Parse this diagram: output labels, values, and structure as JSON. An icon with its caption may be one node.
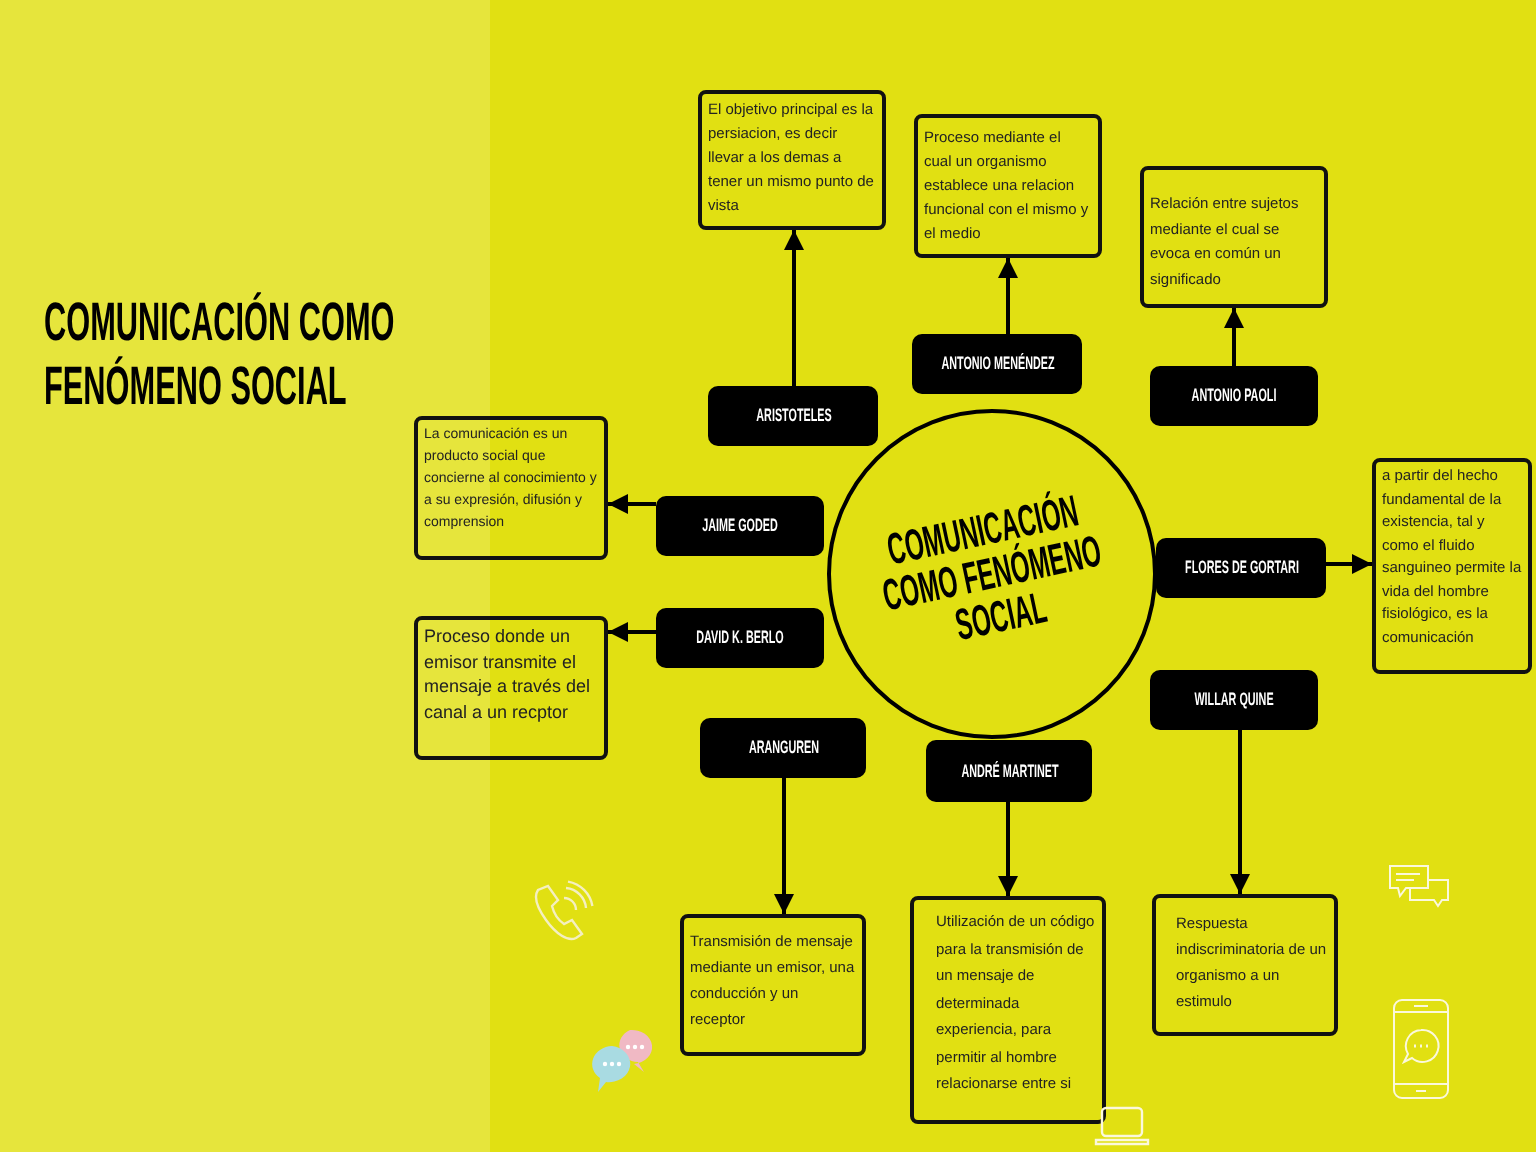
{
  "diagram": {
    "title": "COMUNICACIÓN COMO FENÓMENO SOCIAL",
    "nodes": [
      {
        "text": [
          "COMUNICACIÓN COMO FENÓMENO SOCIAL"
        ]
      },
      {
        "text": [
          "El objetivo principal es la persiacion, es decir llevar a los demas a tener un mismo punto de vista"
        ]
      },
      {
        "text": [
          "Proceso mediante el cual un organismo establece una relacion funcional con el mismo y el medio"
        ]
      },
      {
        "text": [
          "Relación entre sujetos mediante el cual se evoca en común un significado"
        ]
      },
      {
        "text": [
          "ANTONIO MENÉNDEZ"
        ]
      },
      {
        "text": [
          "ANTONIO PAOLI"
        ]
      },
      {
        "text": [
          "ARISTOTELES"
        ]
      },
      {
        "text": [
          "La comunicación es un producto social que concierne al conocimiento y a su expresión, difusión y comprension"
        ]
      },
      {
        "text": [
          "JAIME GODED"
        ]
      },
      {
        "text": [
          "a partir del hecho fundamental de la existencia, tal y como el fluido sanguineo permite la vida del hombre fisiológico, es la comunicación"
        ]
      },
      {
        "text": [
          "FLORES DE GORTARI"
        ]
      },
      {
        "text": [
          "Proceso donde un emisor transmite el mensaje a través del canal a un recptor"
        ]
      },
      {
        "text": [
          "DAVID K. BERLO"
        ]
      },
      {
        "text": [
          "WILLAR QUINE"
        ]
      },
      {
        "text": [
          "ARANGUREN"
        ]
      },
      {
        "text": [
          "ANDRÉ MARTINET"
        ]
      },
      {
        "text": [
          "Transmisión de mensaje mediante un emisor, una conducción y un receptor"
        ]
      },
      {
        "text": [
          "Utilización de un código para la transmisión de un mensaje de determinada experiencia, para permitir al hombre relacionarse entre si"
        ]
      },
      {
        "text": [
          "Respuesta indiscriminatoria de un organismo a un estimulo"
        ]
      }
    ],
    "edges": [
      {
        "from": 6,
        "to": 1,
        "arrow": "to"
      },
      {
        "from": 4,
        "to": 2,
        "arrow": "to"
      },
      {
        "from": 5,
        "to": 3,
        "arrow": "to"
      },
      {
        "from": 8,
        "to": 7,
        "arrow": "to"
      },
      {
        "from": 10,
        "to": 9,
        "arrow": "to"
      },
      {
        "from": 12,
        "to": 11,
        "arrow": "to"
      },
      {
        "from": 13,
        "to": 18,
        "arrow": "to"
      },
      {
        "from": 14,
        "to": 16,
        "arrow": "to"
      },
      {
        "from": 15,
        "to": 17,
        "arrow": "to"
      }
    ]
  }
}
